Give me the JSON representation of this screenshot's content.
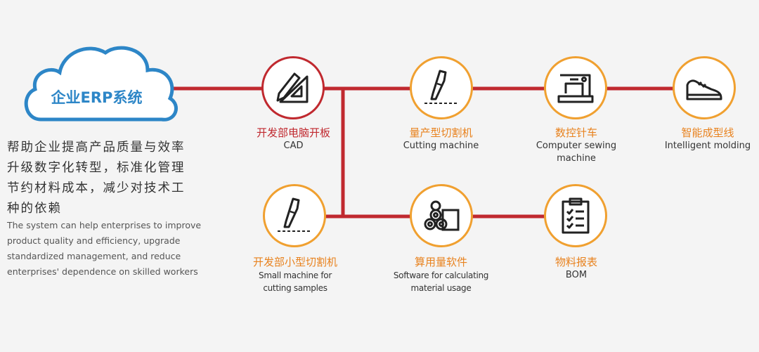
{
  "cloud": {
    "title": "企业ERP系统"
  },
  "description": {
    "cn": "帮助企业提高产品质量与效率升级数字化转型，标准化管理节约材料成本，减少对技术工种的依赖",
    "en_lines": [
      "The system can help enterprises to improve",
      "product quality and efficiency, upgrade",
      "standardized management, and reduce",
      "enterprises' dependence on skilled workers"
    ]
  },
  "nodes": [
    {
      "cn": "开发部电脑开板",
      "en": "CAD",
      "icon": "ruler-triangle-icon",
      "color": "#c0292f"
    },
    {
      "cn": "量产型切割机",
      "en": "Cutting machine",
      "icon": "blade-icon",
      "color": "#f0a030"
    },
    {
      "cn": "数控针车",
      "en": "Computer sewing machine",
      "icon": "sewing-machine-icon",
      "color": "#f0a030"
    },
    {
      "cn": "智能成型线",
      "en": "Intelligent molding",
      "icon": "shoe-icon",
      "color": "#f0a030"
    },
    {
      "cn": "开发部小型切割机",
      "en": "Small machine for cutting samples",
      "icon": "blade-icon",
      "color": "#f0a030"
    },
    {
      "cn": "算用量软件",
      "en": "Software for calculating material usage",
      "icon": "fabric-rolls-icon",
      "color": "#f0a030"
    },
    {
      "cn": "物料报表",
      "en": "BOM",
      "icon": "clipboard-icon",
      "color": "#f0a030"
    }
  ],
  "colors": {
    "line": "#c0292f",
    "accent": "#f0a030",
    "cloud_text": "#2d86c7"
  }
}
